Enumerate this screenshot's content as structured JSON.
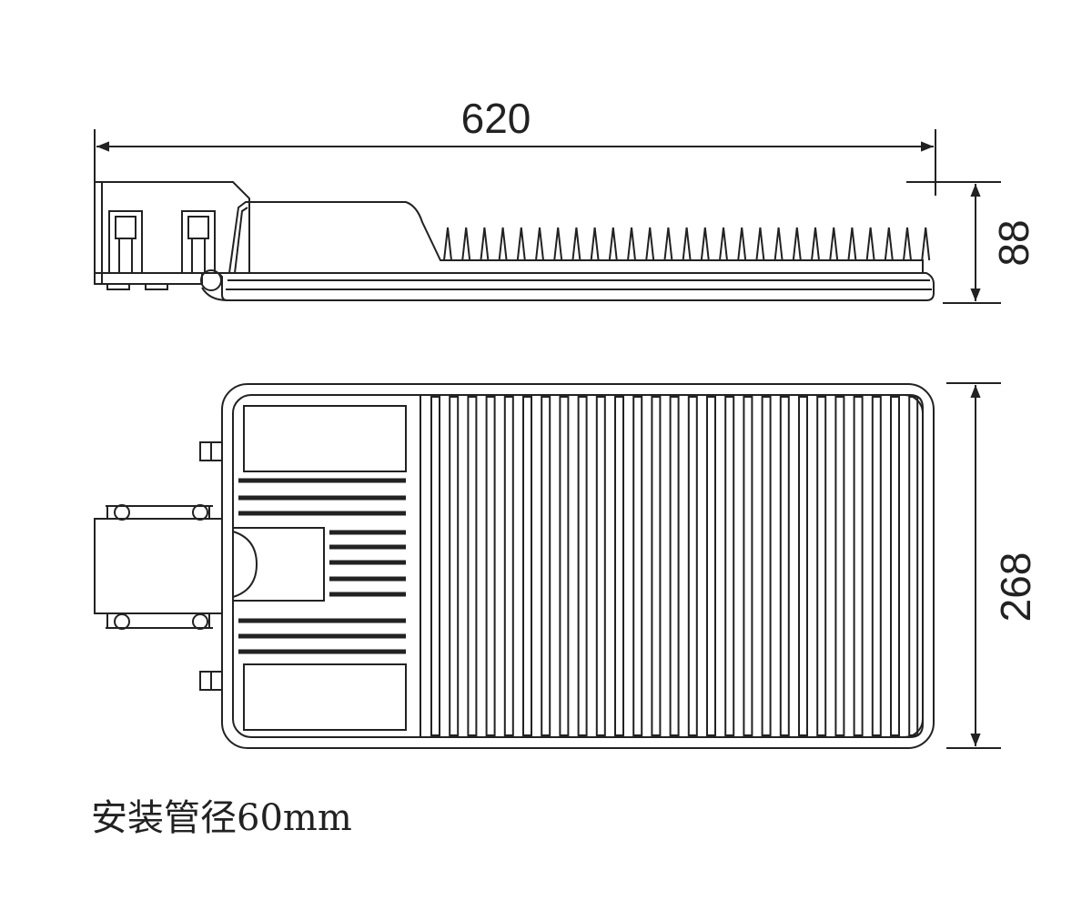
{
  "dimensions": {
    "length": "620",
    "height": "88",
    "width": "268"
  },
  "caption": "安装管径60mm",
  "colors": {
    "line": "#222222",
    "background": "#ffffff"
  }
}
